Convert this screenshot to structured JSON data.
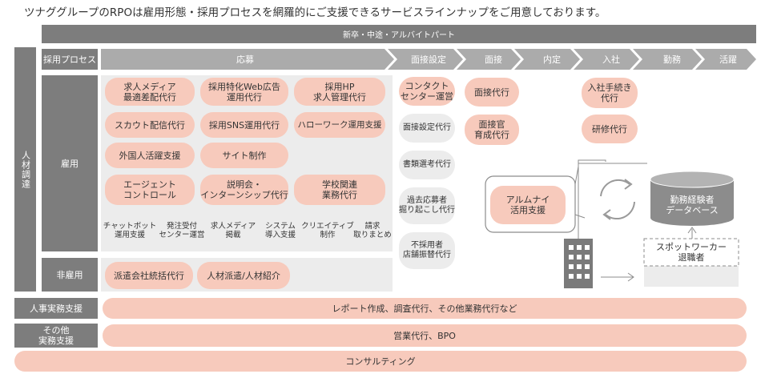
{
  "title": "ツナググループのRPOは雇用形態・採用プロセスを網羅的にご支援できるサービスラインナップをご用意しております。",
  "employment_types": "新卒・中途・アルバイトパート",
  "left_label": "人材調達",
  "process_label": "採用プロセス",
  "process_steps": [
    "応募",
    "面接設定",
    "面接",
    "内定",
    "入社",
    "勤務",
    "活躍"
  ],
  "koyou_label": "雇用",
  "hikoyou_label": "非雇用",
  "koyou_services": [
    "求人メディア\n最適差配代行",
    "採用特化Web広告\n運用代行",
    "採用HP\n求人管理代行",
    "スカウト配信代行",
    "採用SNS運用代行",
    "ハローワーク運用支援",
    "外国人活躍支援",
    "サイト制作",
    "エージェント\nコントロール",
    "説明会・\nインターンシップ代行",
    "学校関連\n業務代行"
  ],
  "koyou_small": [
    "チャットボット\n運用支援",
    "発注受付\nセンター運営",
    "求人メディア\n掲載",
    "システム\n導入支援",
    "クリエイティブ\n制作",
    "請求\n取りまとめ"
  ],
  "setting_services": [
    "コンタクト\nセンター運営",
    "面接設定代行",
    "書類選考代行",
    "過去応募者\n掘り起こし代行",
    "不採用者\n店舗振替代行"
  ],
  "interview_services": [
    "面接代行",
    "面接官\n育成代行"
  ],
  "onboard_services": [
    "入社手続き\n代行",
    "研修代行"
  ],
  "alumni": "アルムナイ\n活用支援",
  "database": "勤務経験者\nデータベース",
  "spot": "スポットワーカー\n退職者",
  "hikoyou_services": [
    "派遣会社統括代行",
    "人材派遣/人材紹介"
  ],
  "hr_label": "人事実務支援",
  "hr_service": "レポート作成、調査代行、その他業務代行など",
  "other_label": "その他\n実務支援",
  "other_service": "営業代行、BPO",
  "consulting": "コンサルティング",
  "colors": {
    "pink": "#f7cabc",
    "gray_dark": "#7d7d7d",
    "gray_light": "#ececec",
    "chevron": "#ababab"
  }
}
